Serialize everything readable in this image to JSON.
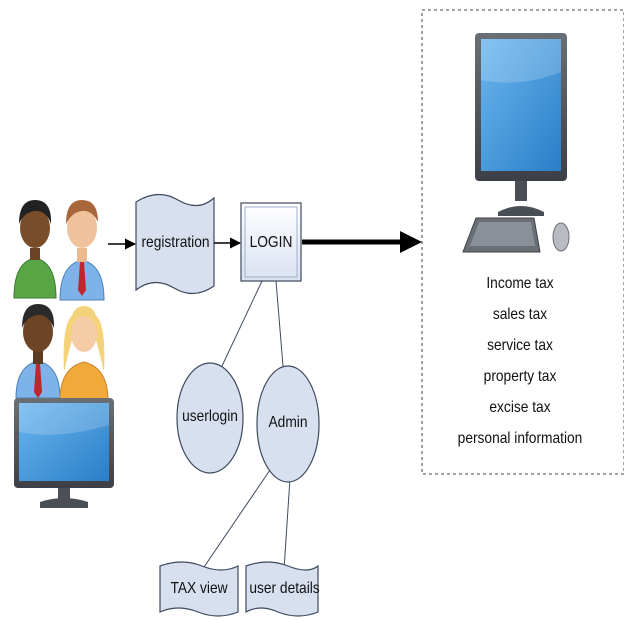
{
  "nodes": {
    "registration": "registration",
    "login": "LOGIN",
    "userlogin": "userlogin",
    "admin": "Admin",
    "tax_view": "TAX view",
    "user_details": "user details"
  },
  "services": [
    "Income tax",
    "sales tax",
    "service tax",
    "property tax",
    "excise tax",
    "personal information"
  ],
  "colors": {
    "shape_fill": "#dbe3f2",
    "shape_stroke": "#3e4a5e",
    "screen_blue": "#3b8fd6",
    "monitor_frame": "#555a61",
    "dashed_border": "#444444"
  },
  "icons": {
    "users": [
      "person-dark-green-shirt-icon",
      "person-red-tie-icon",
      "person-dark-red-tie-icon",
      "person-blonde-icon"
    ],
    "left_monitor": "monitor-icon",
    "right_workstation": "computer-workstation-icon"
  }
}
